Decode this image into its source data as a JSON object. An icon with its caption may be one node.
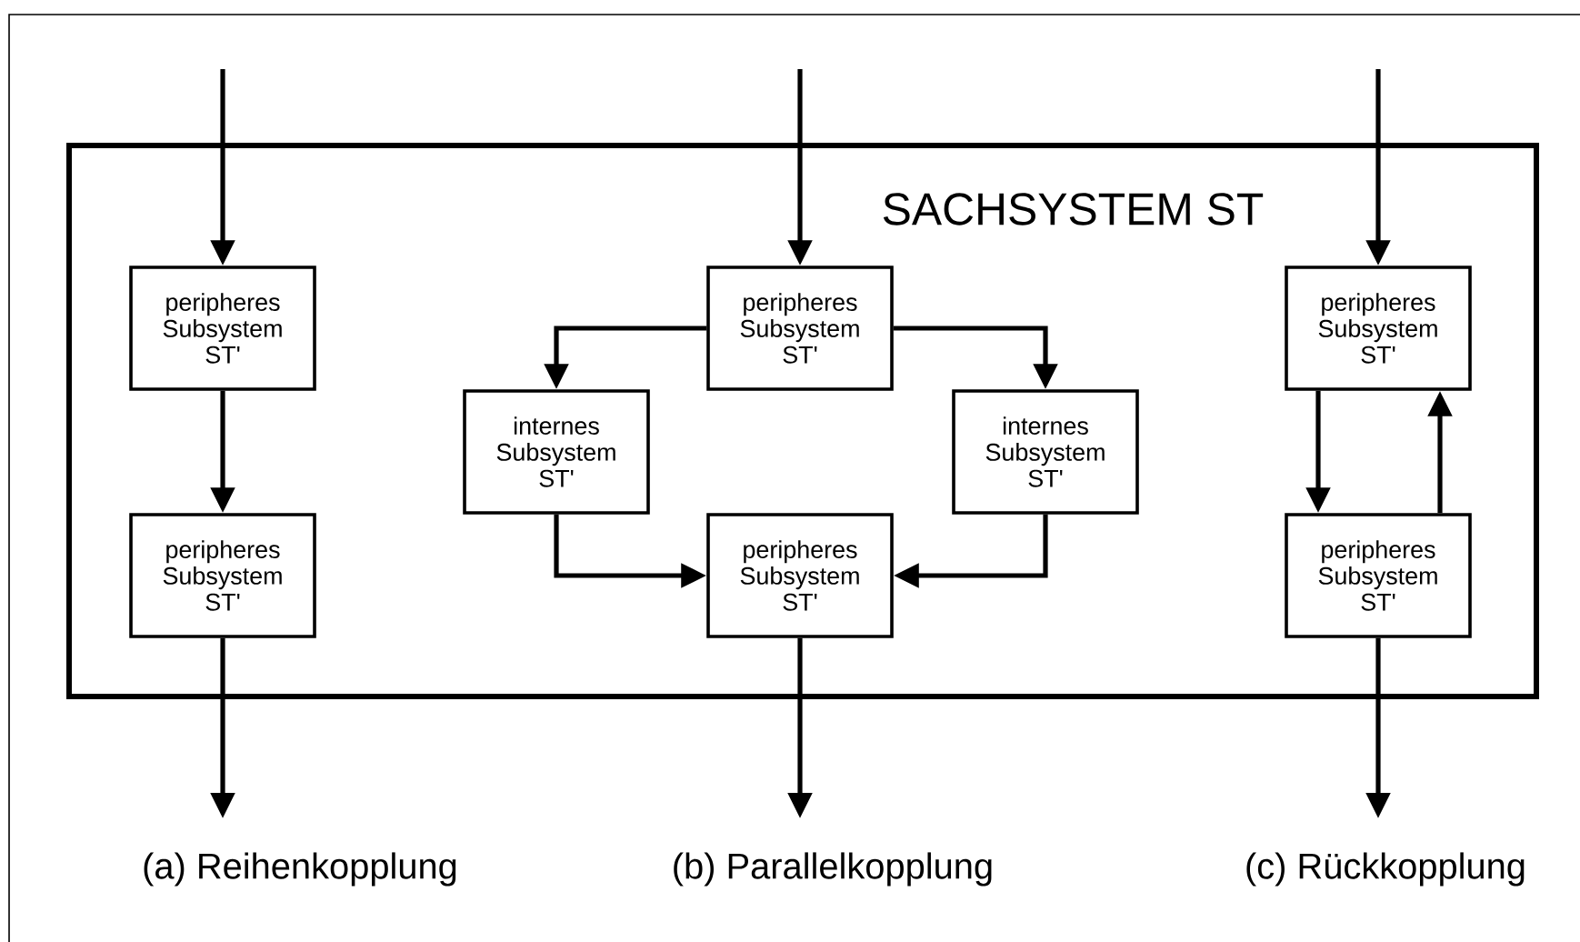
{
  "diagram": {
    "nodes": [
      {
        "text": [
          "SACHSYSTEM ST"
        ]
      },
      {
        "text": [
          "peripheres Subsystem ST'"
        ],
        "in": 0
      },
      {
        "text": [
          "peripheres Subsystem ST'"
        ],
        "in": 0
      },
      {
        "text": [
          "peripheres Subsystem ST'"
        ],
        "in": 0
      },
      {
        "text": [
          "internes Subsystem ST'"
        ],
        "in": 0
      },
      {
        "text": [
          "internes Subsystem ST'"
        ],
        "in": 0
      },
      {
        "text": [
          "peripheres Subsystem ST'"
        ],
        "in": 0
      },
      {
        "text": [
          "peripheres Subsystem ST'"
        ],
        "in": 0
      },
      {
        "text": [
          "peripheres Subsystem ST'"
        ],
        "in": 0
      }
    ],
    "edges": [
      {
        "from": null,
        "to": 1,
        "arrow": "to"
      },
      {
        "from": 1,
        "to": 2,
        "arrow": "to"
      },
      {
        "from": 2,
        "to": null,
        "arrow": "to"
      },
      {
        "from": null,
        "to": 3,
        "arrow": "to"
      },
      {
        "from": 3,
        "to": 4,
        "arrow": "to"
      },
      {
        "from": 3,
        "to": 5,
        "arrow": "to"
      },
      {
        "from": 4,
        "to": 6,
        "arrow": "to"
      },
      {
        "from": 5,
        "to": 6,
        "arrow": "to"
      },
      {
        "from": 6,
        "to": null,
        "arrow": "to"
      },
      {
        "from": null,
        "to": 7,
        "arrow": "to"
      },
      {
        "from": 7,
        "to": 8,
        "arrow": "to"
      },
      {
        "from": 8,
        "to": 7,
        "arrow": "to"
      },
      {
        "from": 8,
        "to": null,
        "arrow": "to"
      }
    ],
    "labels": [
      "(a)  Reihenkopplung",
      "(b)  Parallelkopplung",
      "(c)  Rückkopplung"
    ]
  }
}
